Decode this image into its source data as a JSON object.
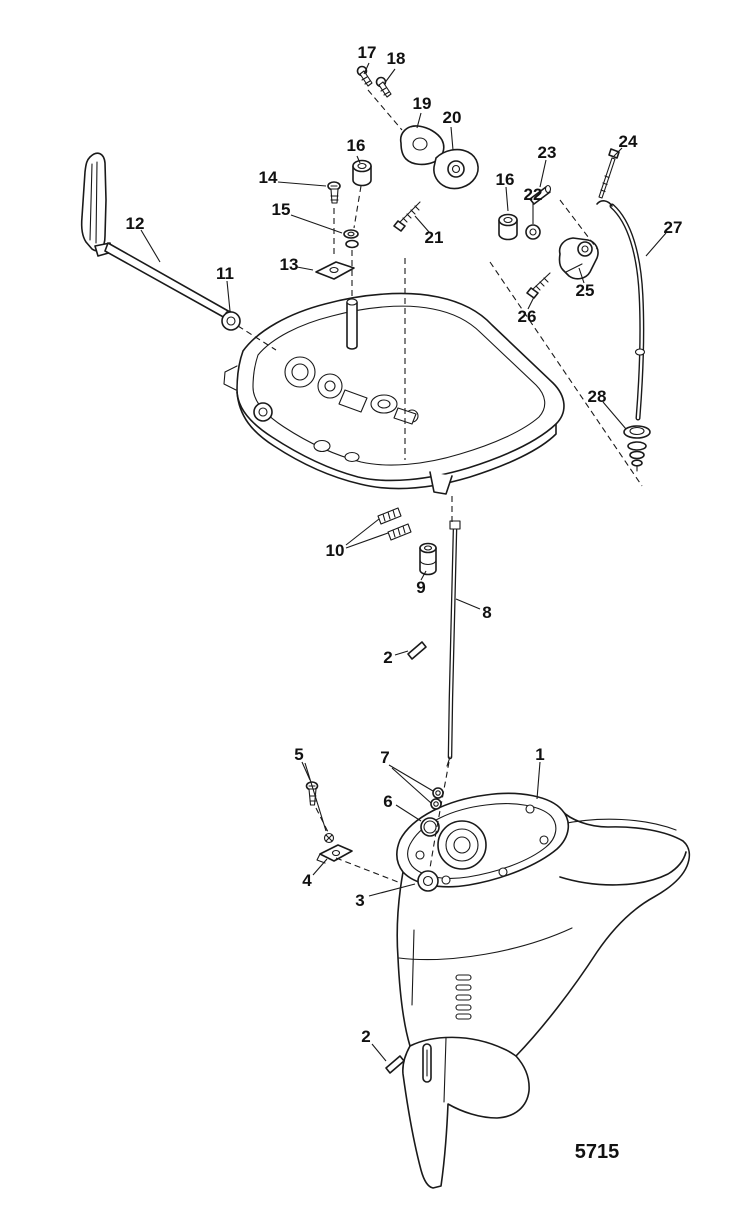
{
  "diagram": {
    "figure_number": "5715",
    "callouts": {
      "c1": "1",
      "c2a": "2",
      "c2b": "2",
      "c3": "3",
      "c4": "4",
      "c5": "5",
      "c6": "6",
      "c7": "7",
      "c8": "8",
      "c9": "9",
      "c10": "10",
      "c11": "11",
      "c12": "12",
      "c13": "13",
      "c14": "14",
      "c15": "15",
      "c16a": "16",
      "c16b": "16",
      "c17": "17",
      "c18": "18",
      "c19": "19",
      "c20": "20",
      "c21": "21",
      "c22": "22",
      "c23": "23",
      "c24": "24",
      "c25": "25",
      "c26": "26",
      "c27": "27",
      "c28": "28"
    },
    "colors": {
      "ink": "#1a1a1a",
      "background": "#ffffff"
    }
  }
}
